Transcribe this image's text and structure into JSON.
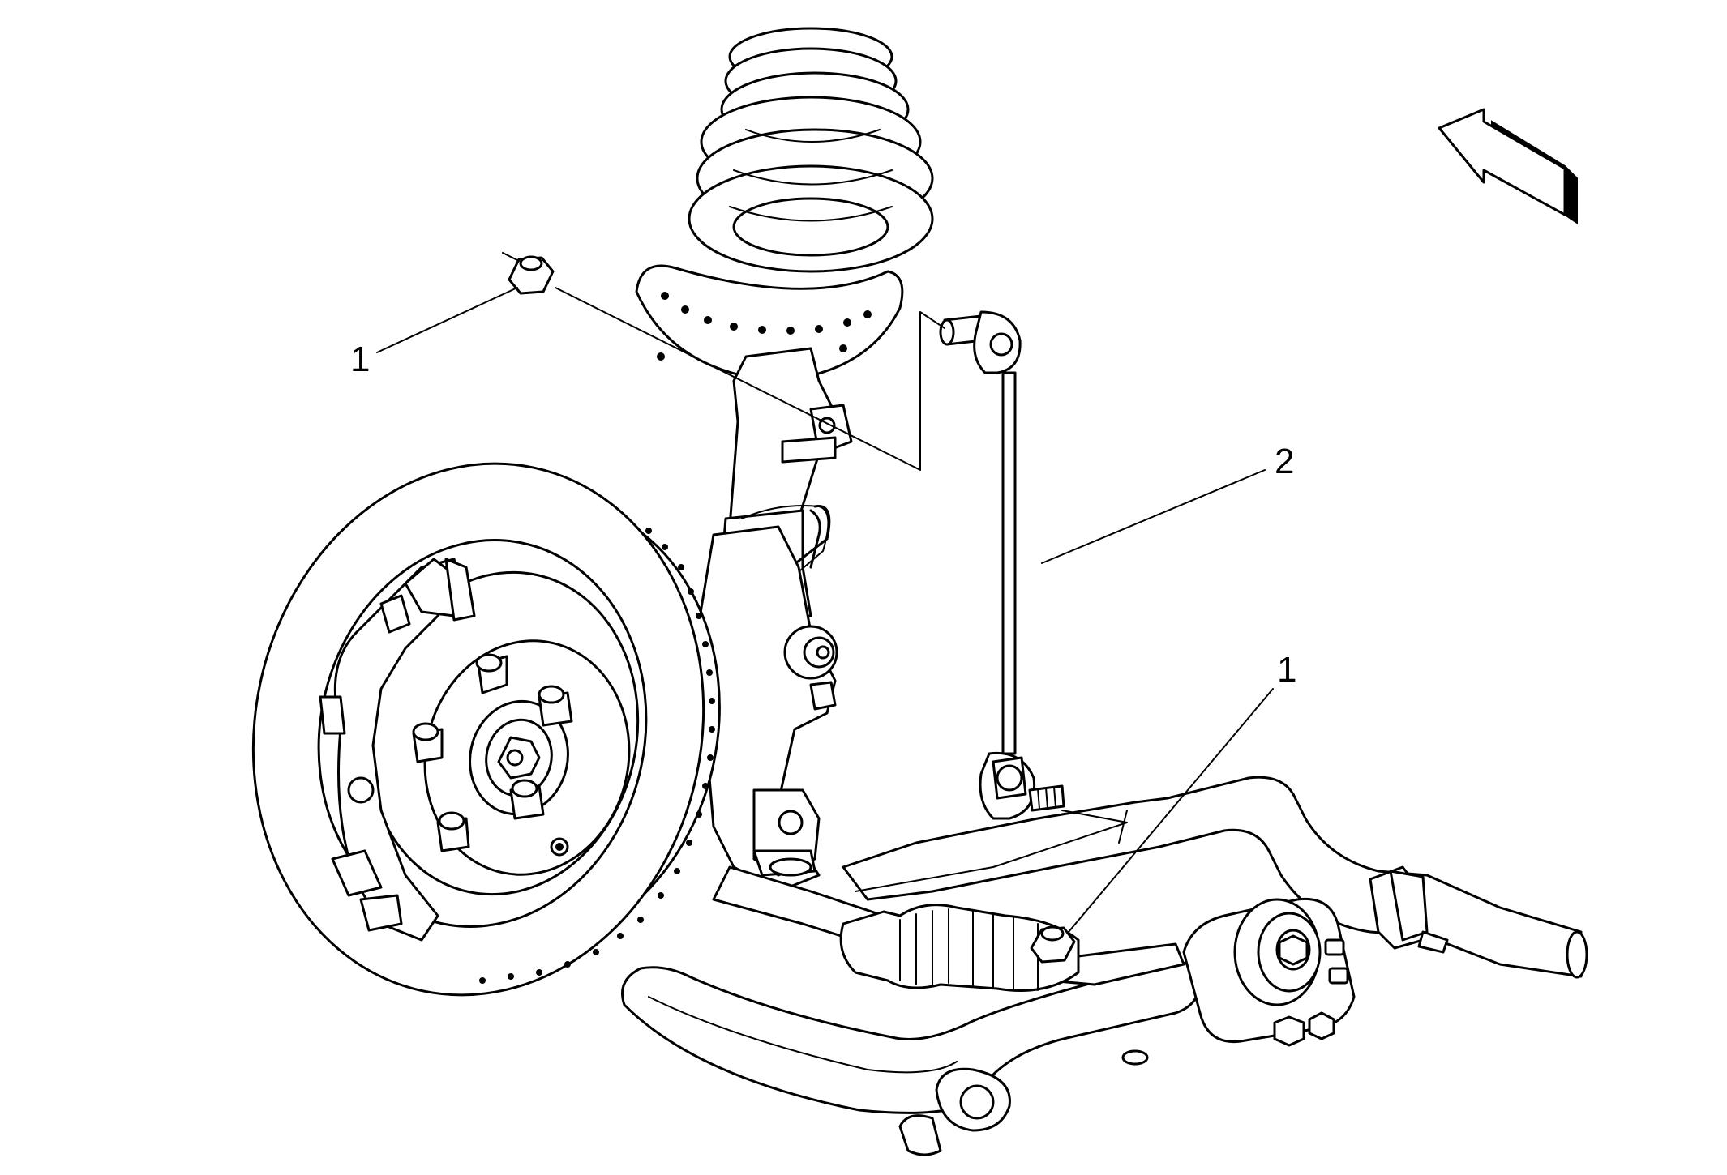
{
  "callouts": [
    {
      "id": "nut-upper",
      "label": "1"
    },
    {
      "id": "stabilizer-link",
      "label": "2"
    },
    {
      "id": "nut-lower",
      "label": "1"
    }
  ]
}
